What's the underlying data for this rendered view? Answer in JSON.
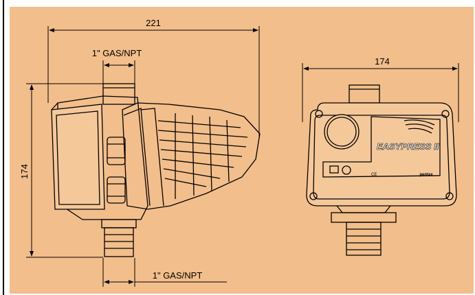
{
  "dimensions": {
    "side_width": "221",
    "side_height": "174",
    "front_width": "174",
    "top_thread": "1\" GAS/NPT",
    "bottom_thread": "1\" GAS/NPT"
  },
  "label": {
    "logo": "EASYPRESS II",
    "brand": "pentax",
    "ce_mark": "CE"
  },
  "colors": {
    "background": "#F2BE8B",
    "line": "#000000"
  }
}
